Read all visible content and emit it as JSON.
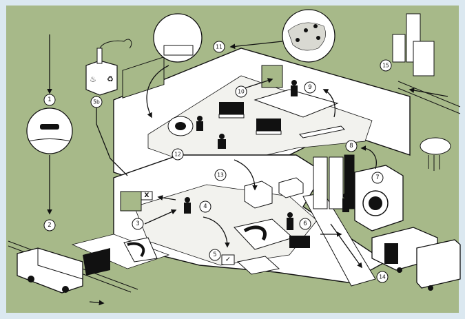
{
  "colors": {
    "frame": "#dbe8f0",
    "background": "#a7b989",
    "building": "#ffffff",
    "ink": "#111111",
    "floor": "#f2f2ee"
  },
  "steps": [
    {
      "id": "s1",
      "label": "1"
    },
    {
      "id": "s2",
      "label": "2"
    },
    {
      "id": "s3",
      "label": "3"
    },
    {
      "id": "s4",
      "label": "4"
    },
    {
      "id": "s5",
      "label": "5"
    },
    {
      "id": "s5b",
      "label": "5b"
    },
    {
      "id": "s6",
      "label": "6"
    },
    {
      "id": "s7",
      "label": "7"
    },
    {
      "id": "s8",
      "label": "8"
    },
    {
      "id": "s9",
      "label": "9"
    },
    {
      "id": "s10",
      "label": "10"
    },
    {
      "id": "s11",
      "label": "11"
    },
    {
      "id": "s12",
      "label": "12"
    },
    {
      "id": "s13",
      "label": "13"
    },
    {
      "id": "s14",
      "label": "14"
    },
    {
      "id": "s15",
      "label": "15"
    }
  ],
  "marks": {
    "reject_mark": "X",
    "approve_mark": "✓"
  },
  "icons": [
    "binoculars-icon",
    "factory-icon",
    "flame-icon",
    "recycle-bin-icon",
    "globe-icon",
    "location-pin-icon",
    "washing-machine-icon",
    "rain-cloud-icon",
    "truck-icon",
    "box-icon"
  ]
}
